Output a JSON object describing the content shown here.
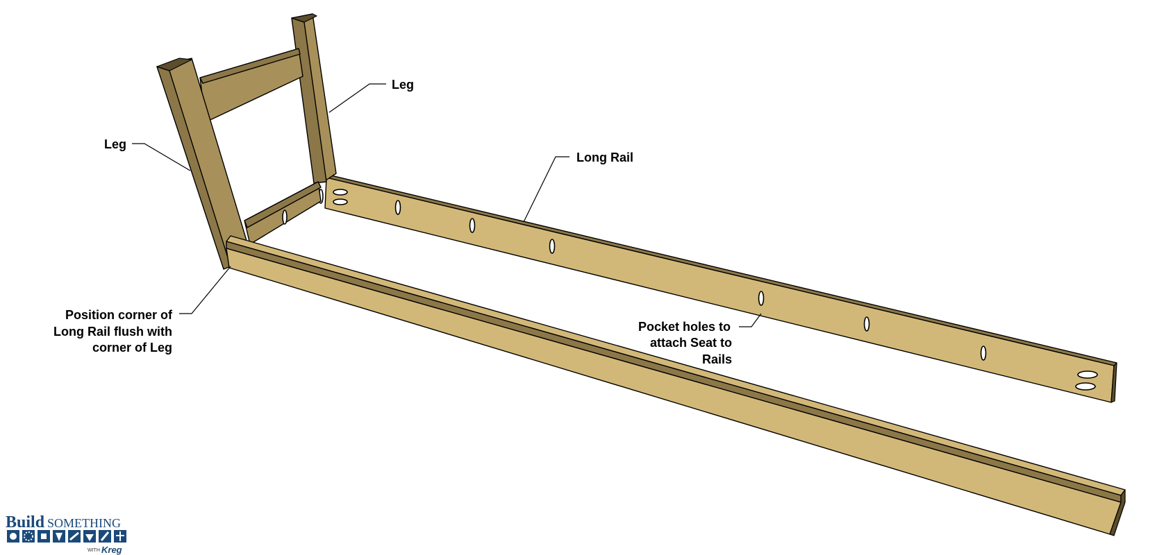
{
  "labels": {
    "leg_left": "Leg",
    "leg_right": "Leg",
    "long_rail": "Long Rail",
    "position_line1": "Position corner of",
    "position_line2": "Long Rail flush with",
    "position_line3": "corner of Leg",
    "pocket_line1": "Pocket holes to",
    "pocket_line2": "attach Seat to",
    "pocket_line3": "Rails"
  },
  "logo": {
    "word1": "Build",
    "word2": "SOMETHING",
    "with": "WITH",
    "brand": "Kreg"
  },
  "colors": {
    "wood_light": "#d2b878",
    "wood_mid": "#a8905a",
    "wood_dark": "#8c7748",
    "brand_blue": "#1b4a7a"
  }
}
